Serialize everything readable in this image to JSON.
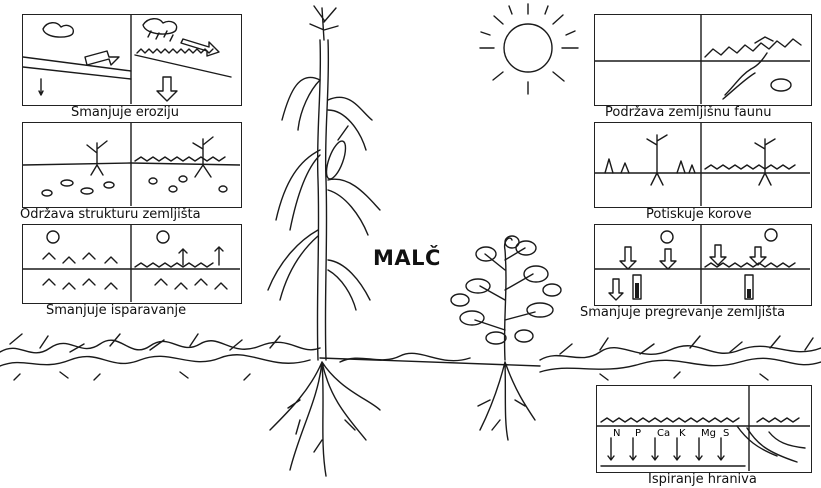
{
  "title": "MALČ",
  "panels": [
    {
      "id": "erosion",
      "caption": "Smanjuje eroziju"
    },
    {
      "id": "structure",
      "caption": "Održava  strukturu zemljišta"
    },
    {
      "id": "evaporation",
      "caption": "Smanjuje isparavanje"
    },
    {
      "id": "fauna",
      "caption": "Podržava zemljišnu faunu"
    },
    {
      "id": "weeds",
      "caption": "Potiskuje korove"
    },
    {
      "id": "overheating",
      "caption": "Smanjuje pregrevanje zemljišta"
    },
    {
      "id": "leaching",
      "caption": "Ispiranje hraniva"
    }
  ],
  "nutrients": [
    "N",
    "P",
    "Ca",
    "K",
    "Mg",
    "S"
  ]
}
